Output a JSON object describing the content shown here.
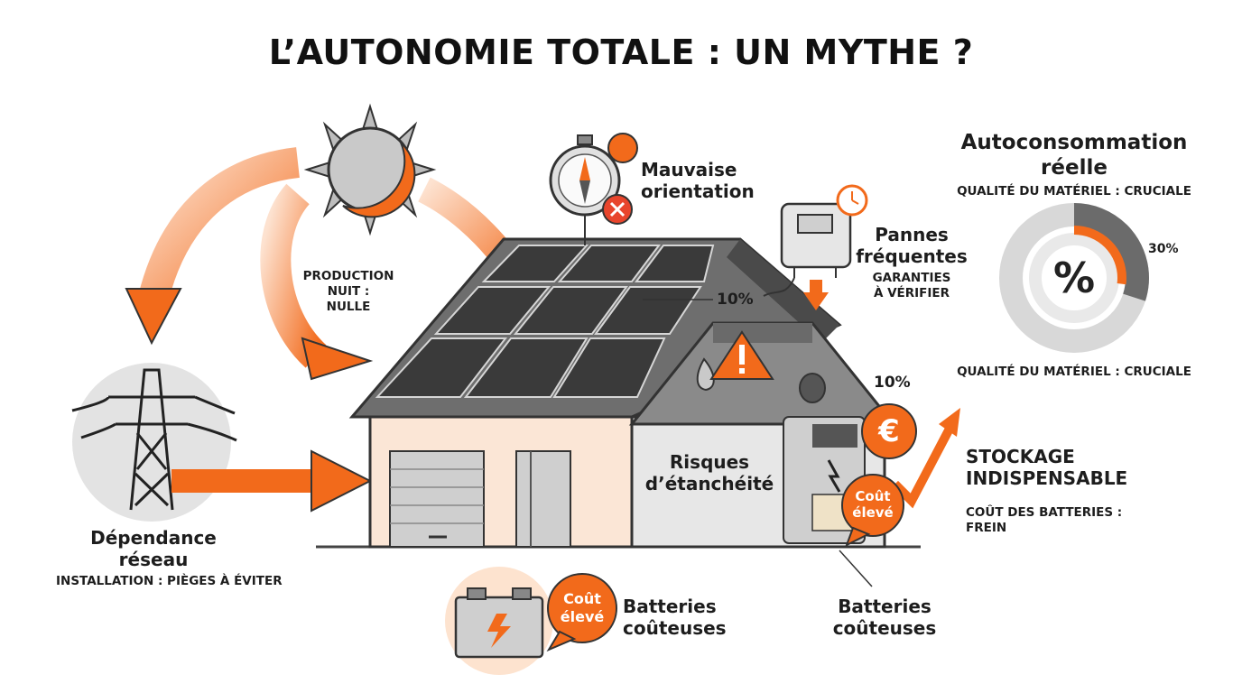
{
  "title": "L’AUTONOMIE TOTALE : UN MYTHE ?",
  "sun": {
    "label_line1": "PRODUCTION NUIT :",
    "label_line2": "NULLE"
  },
  "grid": {
    "title_line1": "Dépendance",
    "title_line2": "réseau",
    "subtitle": "INSTALLATION : PIÈGES À ÉVITER"
  },
  "orientation": {
    "line1": "Mauvaise",
    "line2": "orientation"
  },
  "inverter": {
    "line1": "Pannes",
    "line2": "fréquentes",
    "sub1": "GARANTIES",
    "sub2": "À VÉRIFIER"
  },
  "percent_roof": "10%",
  "percent_house": "10%",
  "waterproof": {
    "line1": "Risques",
    "line2": "d’étanchéité"
  },
  "storage": {
    "line1": "STOCKAGE",
    "line2": "INDISPENSABLE",
    "sub1": "COÛT DES BATTERIES :",
    "sub2": "FREIN"
  },
  "badges": {
    "cost_line1": "Coût",
    "cost_line2": "élevé",
    "euro": "€"
  },
  "battery_bottom": {
    "line1": "Batteries",
    "line2": "coûteuses"
  },
  "battery_right": {
    "line1": "Batteries",
    "line2": "coûteuses"
  },
  "autoconso": {
    "title_line1": "Autoconsommation",
    "title_line2": "réelle",
    "subtitle_top": "QUALITÉ DU MATÉRIEL : CRUCIALE",
    "subtitle_bottom": "QUALITÉ DU MATÉRIEL : CRUCIALE",
    "center_symbol": "%",
    "value_label": "30%",
    "value": 30
  },
  "colors": {
    "orange": "#f26a1b",
    "dark": "#3b3b3b",
    "grey": "#d9d9d9",
    "wall": "#fbe6d6"
  }
}
